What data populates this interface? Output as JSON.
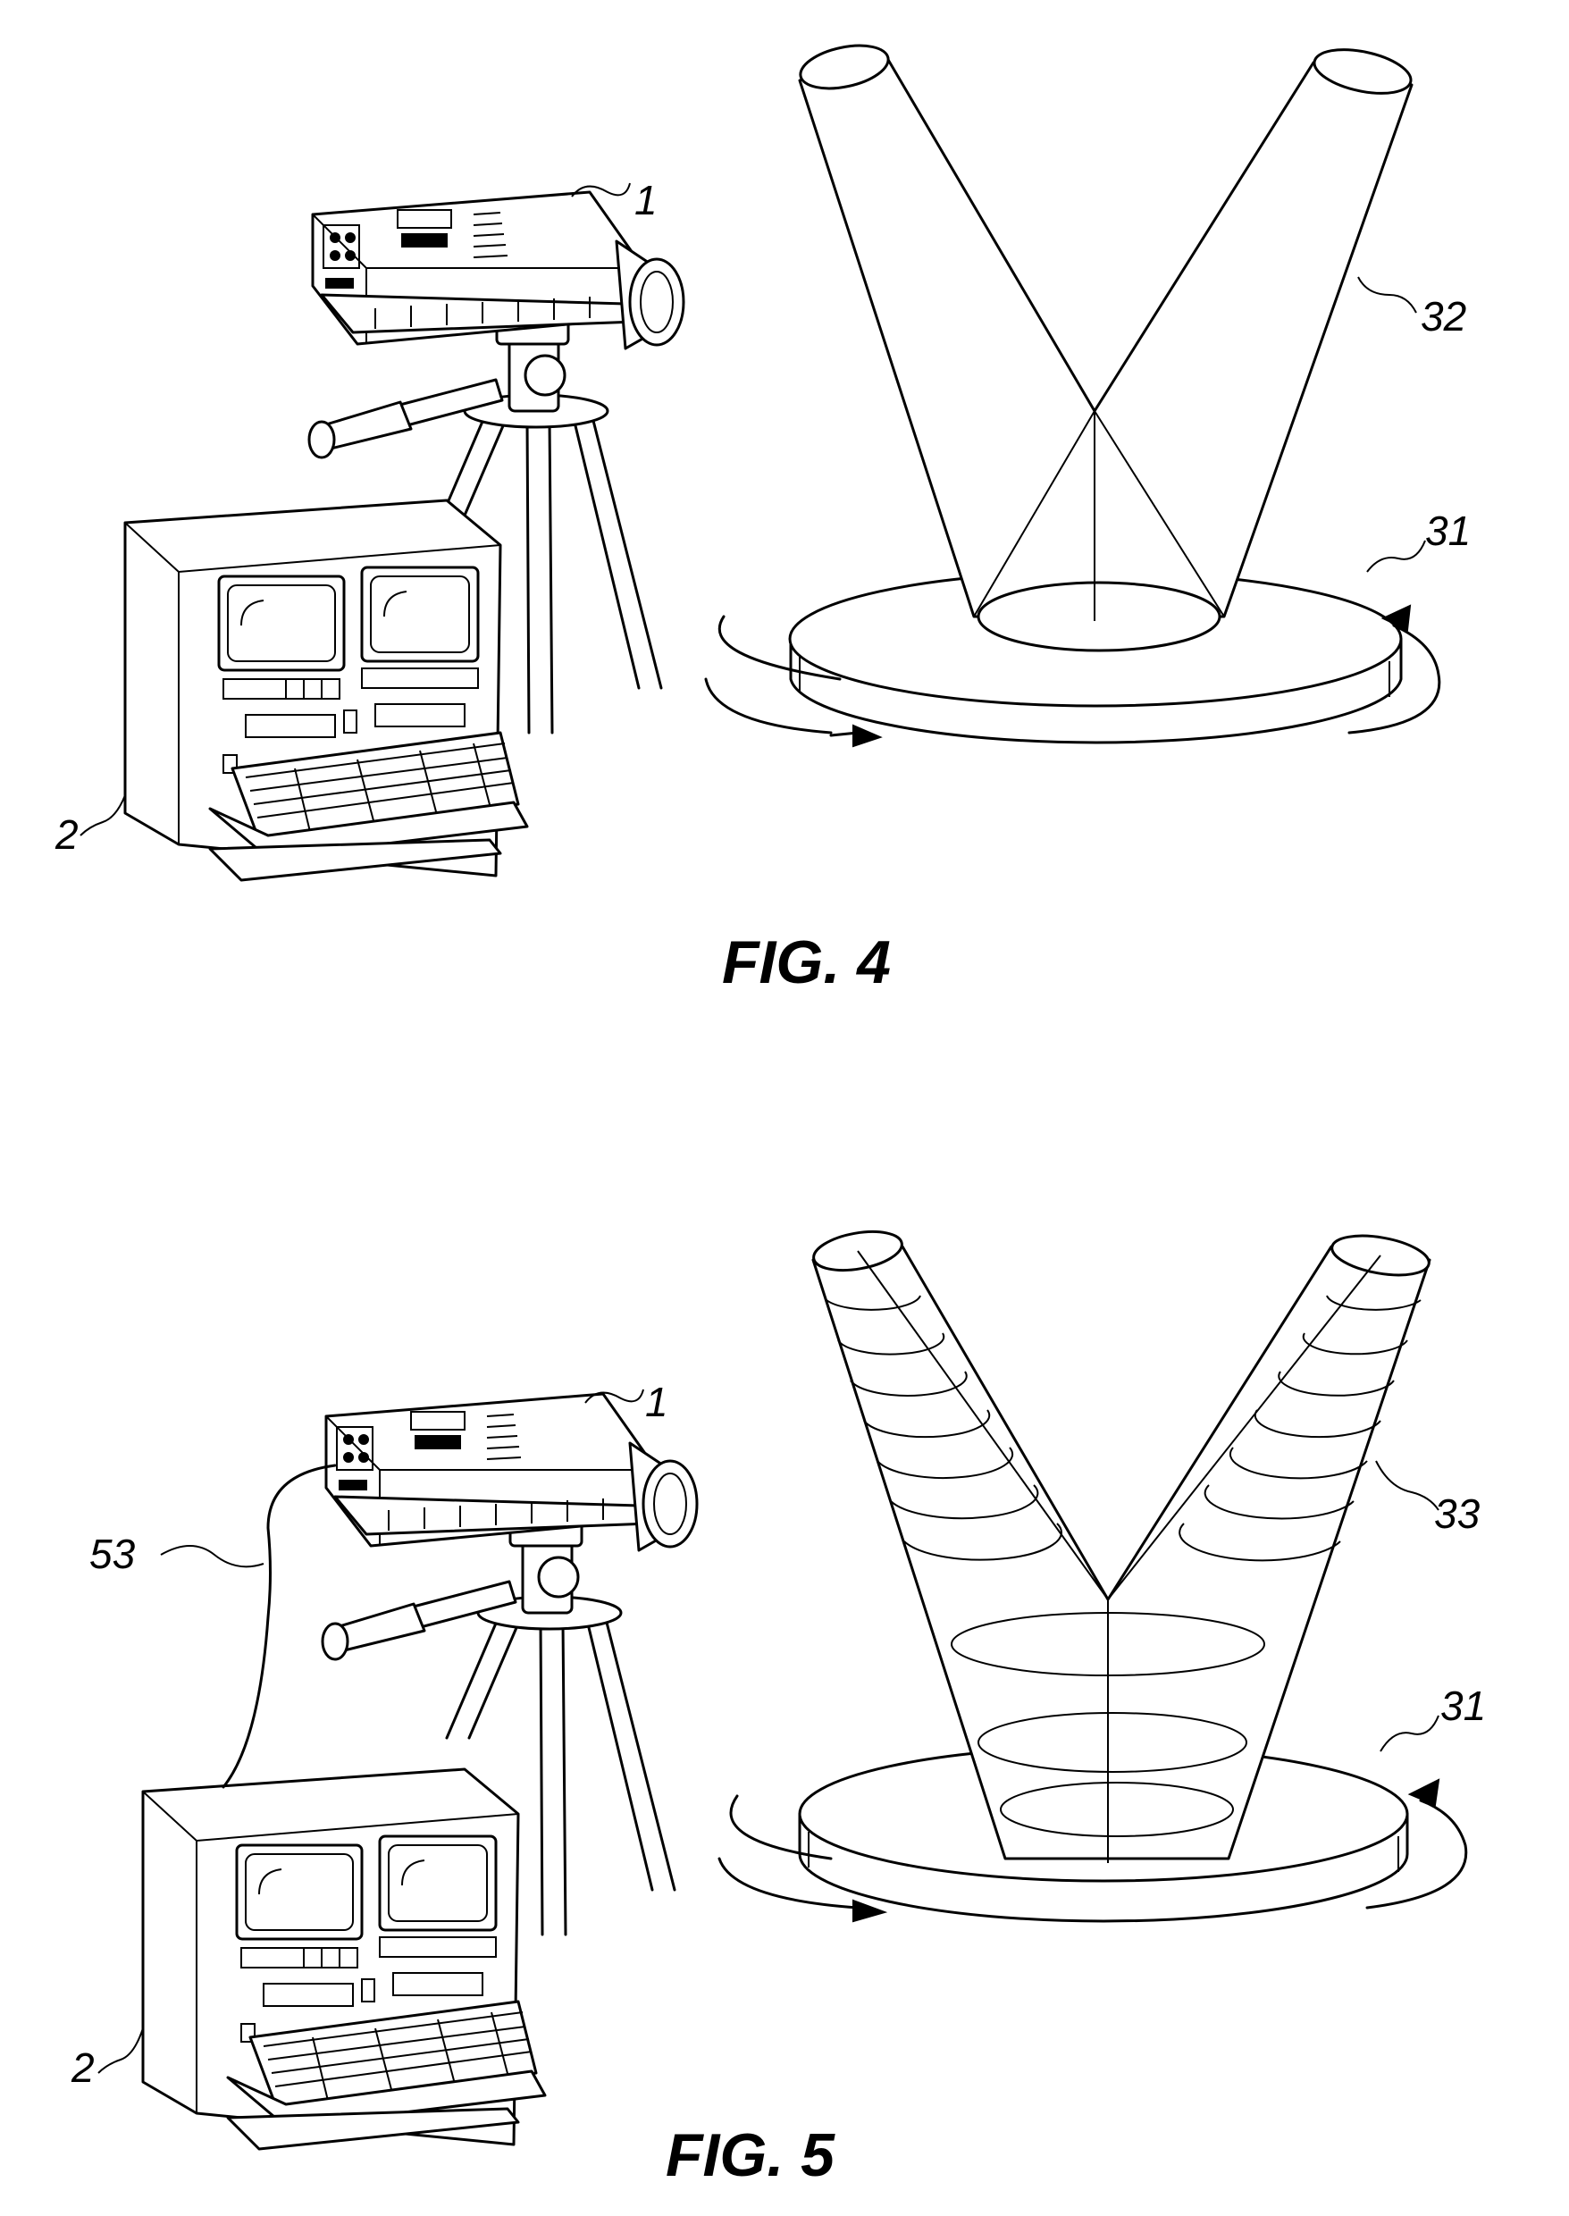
{
  "figures": [
    {
      "caption": "FIG. 4",
      "labels": {
        "camera": "1",
        "workstation": "2",
        "turntable": "31",
        "object": "32"
      }
    },
    {
      "caption": "FIG. 5",
      "labels": {
        "camera": "1",
        "workstation": "2",
        "cable": "53",
        "turntable": "31",
        "object": "33"
      }
    }
  ]
}
